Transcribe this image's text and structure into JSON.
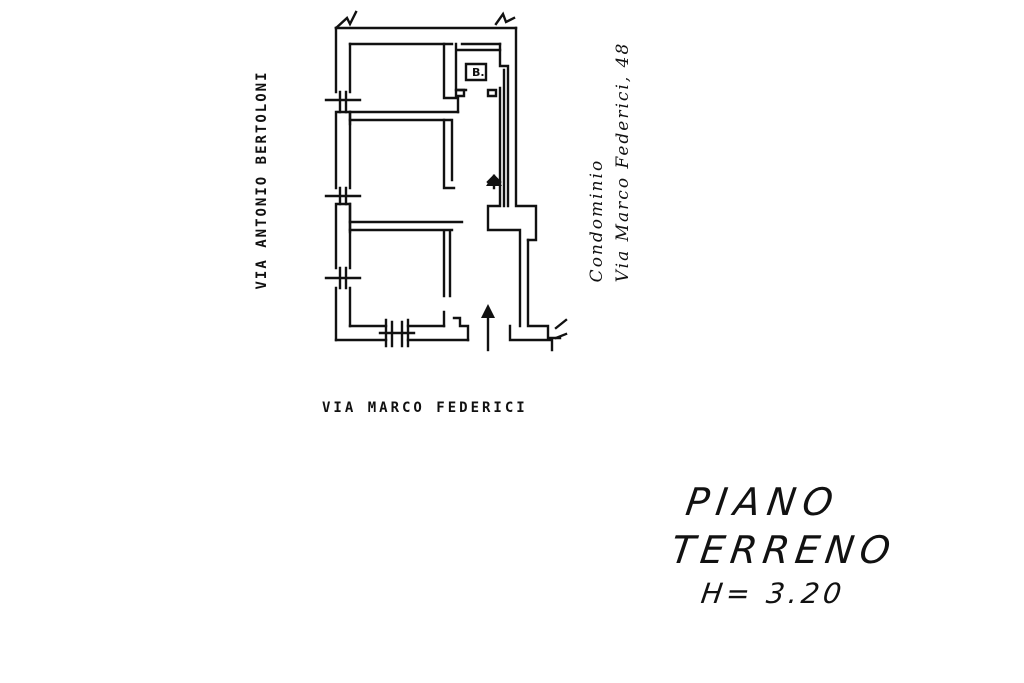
{
  "streets": {
    "left": "VIA ANTONIO BERTOLONI",
    "bottom": "VIA MARCO FEDERICI"
  },
  "neighbor": {
    "line1": "Condominio",
    "line2": "Via Marco Federici, 48"
  },
  "room_label": "B.",
  "title": {
    "line1": "PIANO",
    "line2": "TERRENO",
    "height": "H= 3.20"
  }
}
